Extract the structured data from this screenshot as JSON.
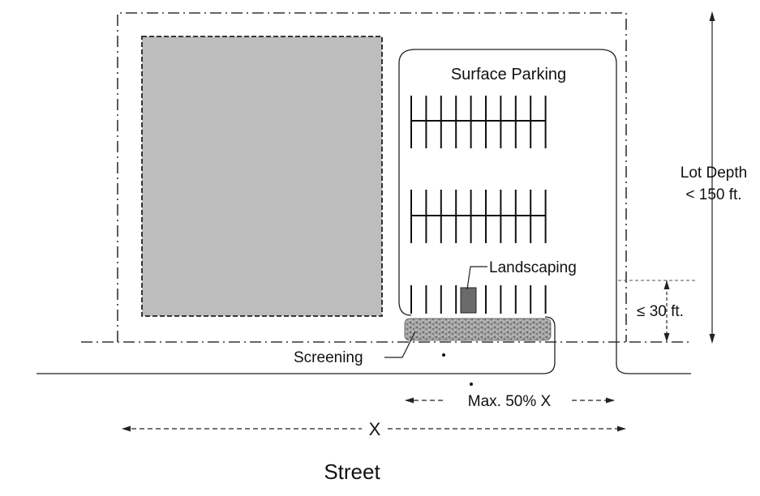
{
  "labels": {
    "surface_parking": "Surface Parking",
    "landscaping": "Landscaping",
    "screening": "Screening",
    "lot_depth_line1": "Lot Depth",
    "lot_depth_line2": "< 150 ft.",
    "setback": "≤ 30 ft.",
    "max_width": "Max. 50% X",
    "lot_width": "X",
    "street": "Street"
  },
  "colors": {
    "building_fill": "#bdbdbd",
    "landscaping_fill": "#6b6b6b",
    "screening_fill": "#9a9a9a",
    "line": "#222222"
  }
}
